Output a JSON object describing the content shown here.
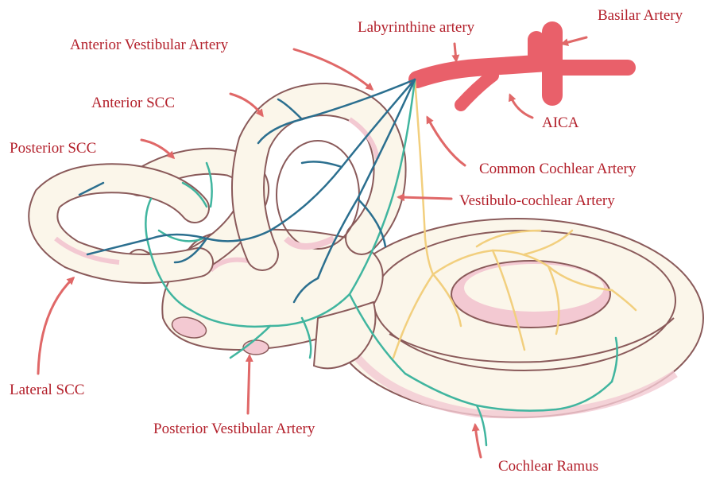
{
  "labels": {
    "basilar_artery": "Basilar Artery",
    "labyrinthine_artery": "Labyrinthine artery",
    "anterior_vestibular_artery": "Anterior Vestibular Artery",
    "anterior_scc": "Anterior SCC",
    "posterior_scc": "Posterior SCC",
    "aica": "AICA",
    "common_cochlear_artery": "Common Cochlear Artery",
    "vestibulo_cochlear_artery": "Vestibulo-cochlear Artery",
    "lateral_scc": "Lateral SCC",
    "posterior_vestibular_artery": "Posterior Vestibular Artery",
    "cochlear_ramus": "Cochlear Ramus"
  },
  "colors": {
    "label_text": "#b3202b",
    "arrow": "#e06868",
    "bone_fill": "#fbf6ea",
    "bone_outline": "#8a5a5a",
    "bone_shadow": "#f3c9d2",
    "artery_main": "#e9606a",
    "vestibular_branches": "#2b6f8f",
    "cochlear_branches": "#f2cf7e",
    "vestibulo_cochlear_branches": "#40b59f"
  }
}
